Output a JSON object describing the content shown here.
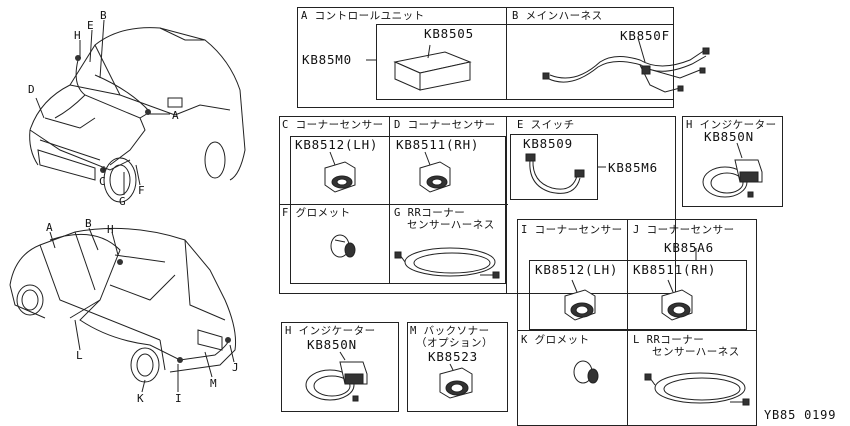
{
  "sections": {
    "A": {
      "title": "A コントロールユニット",
      "part": "KB8505",
      "kit": "KB85M0"
    },
    "B": {
      "title": "B メインハーネス",
      "part": "KB850F"
    },
    "C": {
      "title": "C コーナーセンサー",
      "part": "KB8512(LH)"
    },
    "D": {
      "title": "D コーナーセンサー",
      "part": "KB8511(RH)"
    },
    "E": {
      "title": "E スイッチ",
      "part": "KB8509",
      "kit": "KB85M6"
    },
    "F": {
      "title": "F グロメット"
    },
    "G": {
      "title": "G RRコーナー",
      "title2": "センサーハーネス"
    },
    "H1": {
      "title": "H インジケーター",
      "part": "KB850N"
    },
    "I": {
      "title": "I コーナーセンサー"
    },
    "J": {
      "title": "J コーナーセンサー",
      "kit": "KB85A6"
    },
    "I_part": "KB8512(LH)",
    "J_part": "KB8511(RH)",
    "K": {
      "title": "K グロメット"
    },
    "L": {
      "title": "L RRコーナー",
      "title2": "センサーハーネス"
    },
    "H2": {
      "title": "H インジケーター",
      "part": "KB850N"
    },
    "M": {
      "title": "M バックソナー",
      "title2": "（オプション）",
      "part": "KB8523"
    }
  },
  "callouts": {
    "front": [
      "H",
      "E",
      "B",
      "D",
      "A",
      "C",
      "G",
      "F"
    ],
    "rear": [
      "A",
      "B",
      "H",
      "L",
      "K",
      "I",
      "M",
      "J"
    ]
  },
  "figure_id": "YB85 0199"
}
